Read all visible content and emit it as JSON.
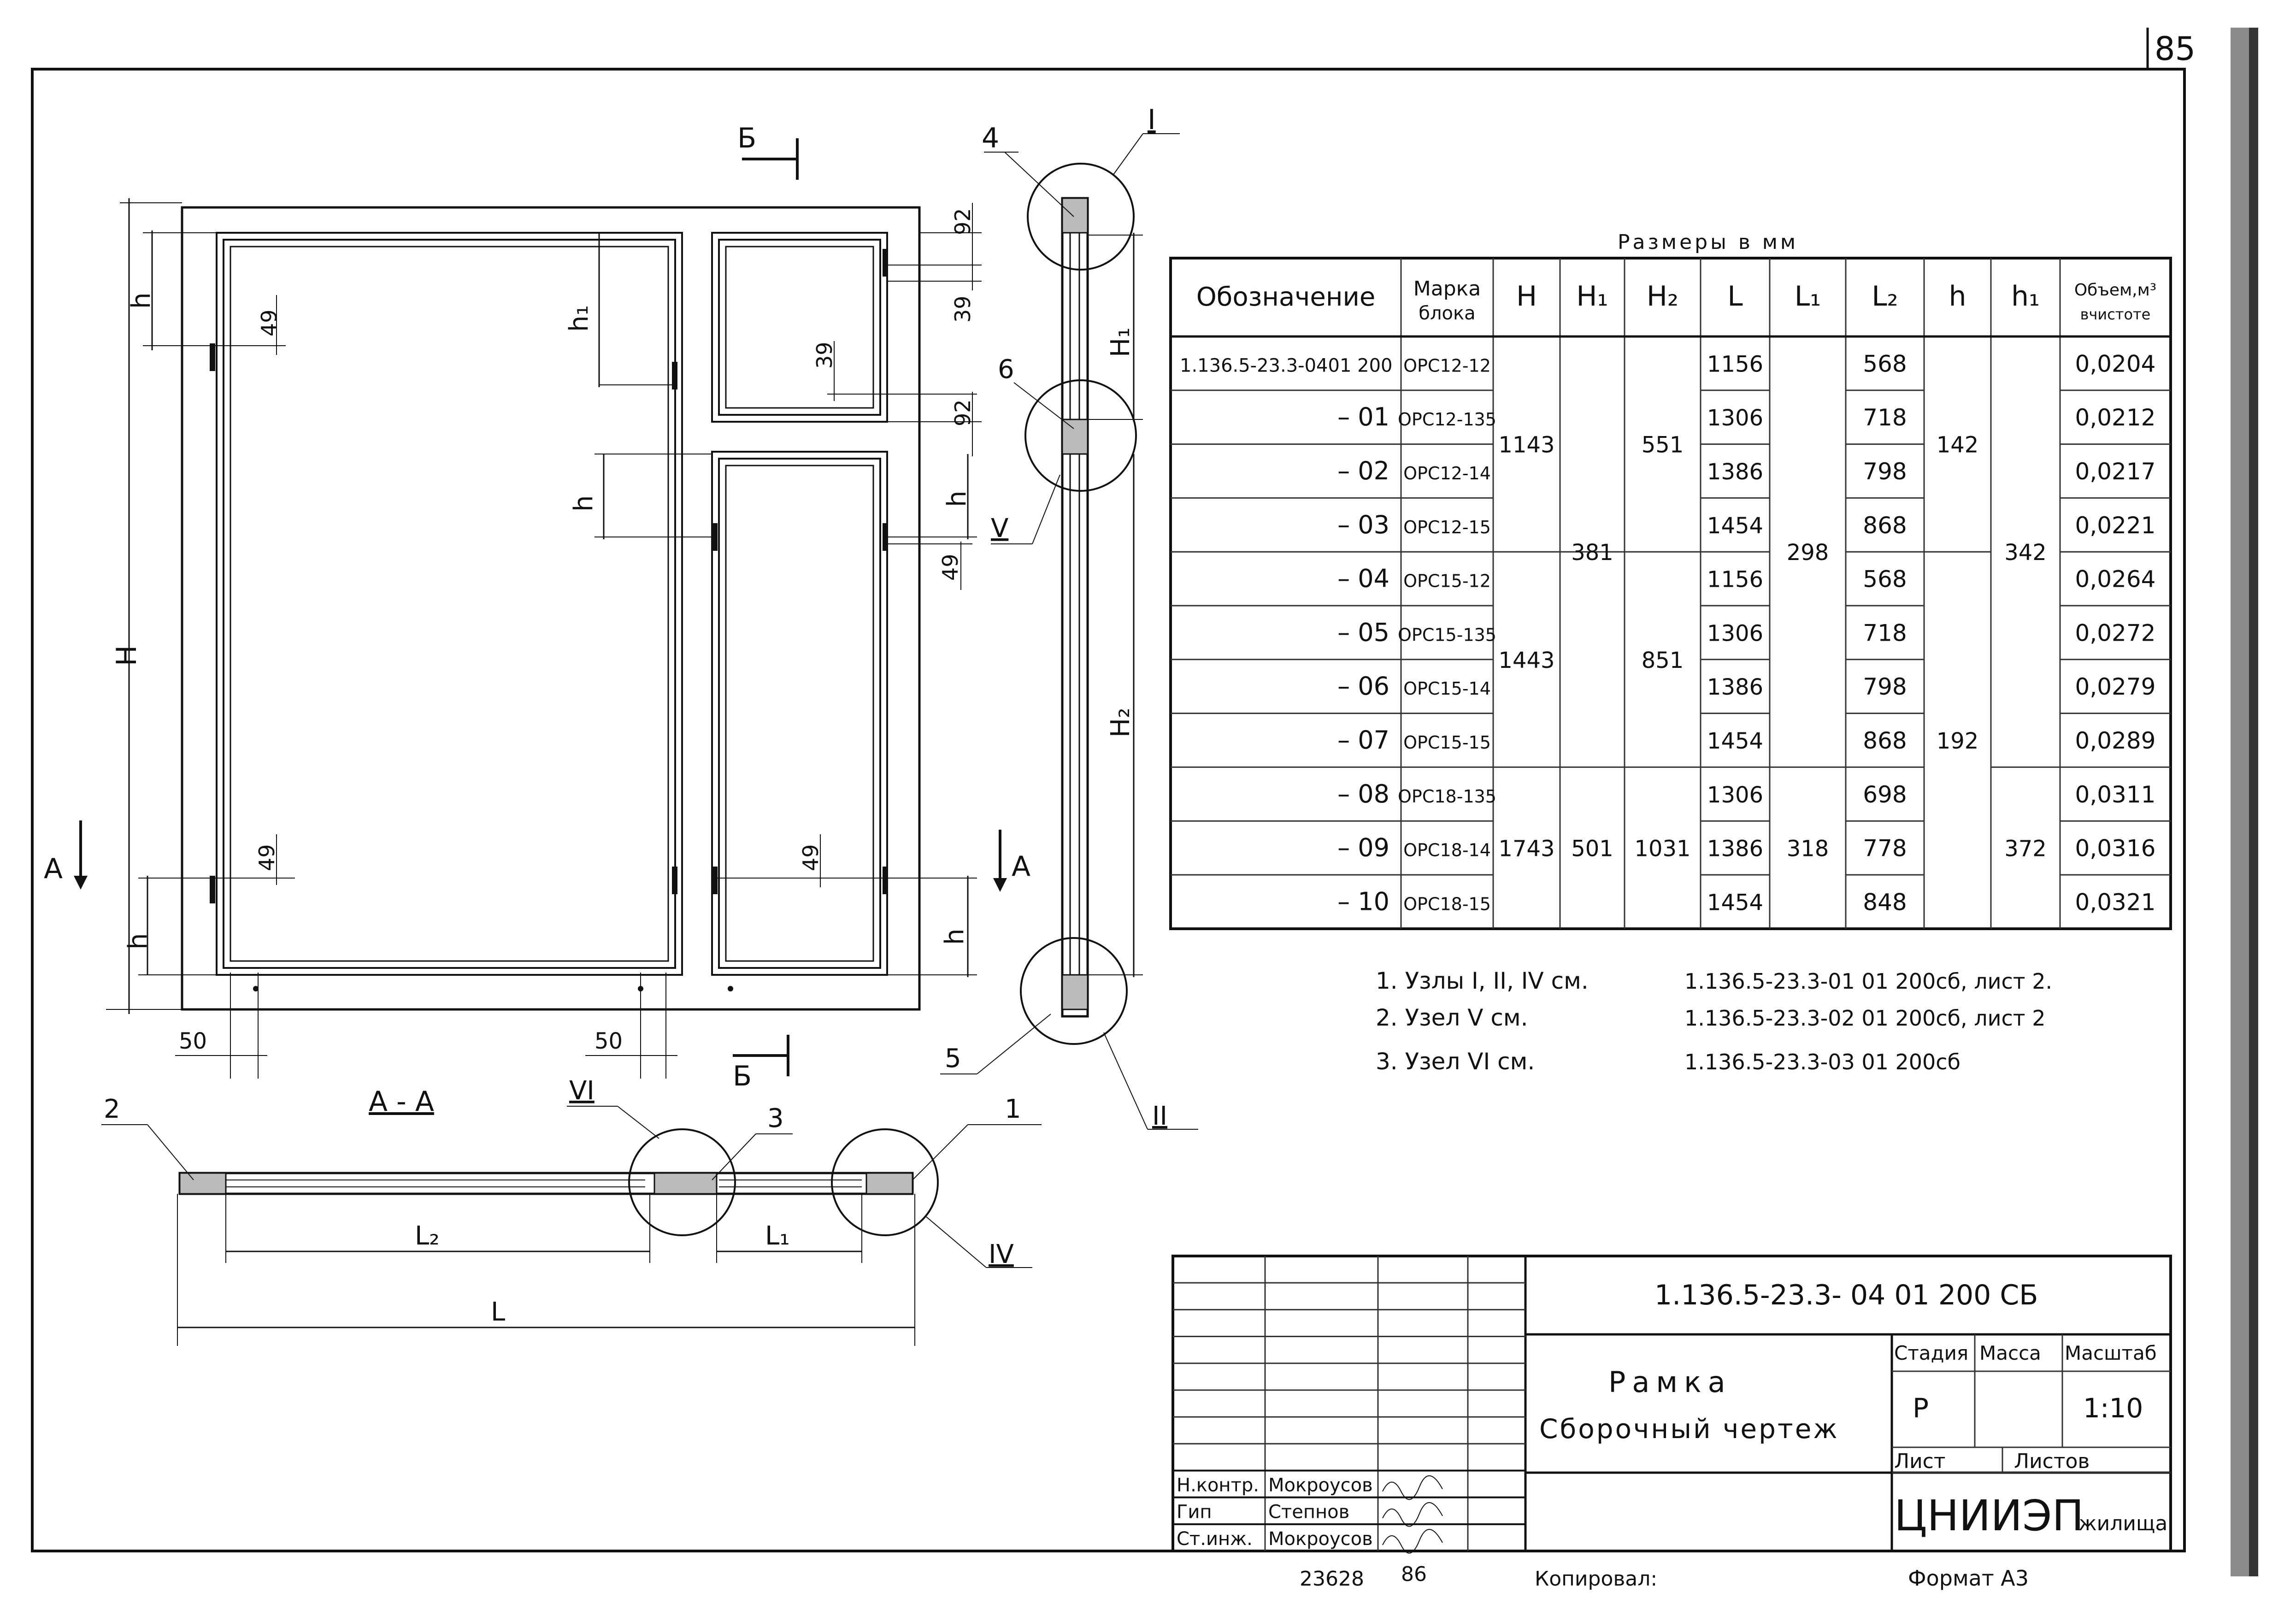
{
  "page_number": "85",
  "sheet_bottom": {
    "n1": "23628",
    "n2": "86",
    "copied": "Копировал:",
    "format": "Формат А3"
  },
  "front_view": {
    "labels": {
      "H": "H",
      "h": "h",
      "h1": "h₁"
    },
    "dims": {
      "d49": "49",
      "d92": "92",
      "d39": "39",
      "d50": "50"
    },
    "sections": {
      "A": "A",
      "B": "Б"
    }
  },
  "side_view": {
    "labels": {
      "H1": "H₁",
      "H2": "H₂"
    },
    "nodes": {
      "I": "I",
      "II": "II",
      "V": "V"
    },
    "callouts": {
      "c4": "4",
      "c6": "6",
      "c5": "5"
    }
  },
  "section_aa": {
    "title": "А - А",
    "callouts": {
      "c1": "1",
      "c2": "2",
      "c3": "3"
    },
    "nodes": {
      "IV": "IV",
      "VI": "VI"
    },
    "dims": {
      "L": "L",
      "L1": "L₁",
      "L2": "L₂"
    }
  },
  "table": {
    "caption": "Размеры в мм",
    "headers": [
      "Обозначение",
      "Марка блока",
      "H",
      "H₁",
      "H₂",
      "L",
      "L₁",
      "L₂",
      "h",
      "h₁",
      "Объем,м³ вчистоте"
    ],
    "rows": [
      {
        "des": "1.136.5-23.3-0401 200",
        "mark": "ОРС12-12",
        "L": "1156",
        "L2": "568",
        "vol": "0,0204"
      },
      {
        "des": "– 01",
        "mark": "ОРС12-135",
        "L": "1306",
        "L2": "718",
        "vol": "0,0212"
      },
      {
        "des": "– 02",
        "mark": "ОРС12-14",
        "L": "1386",
        "L2": "798",
        "vol": "0,0217"
      },
      {
        "des": "– 03",
        "mark": "ОРС12-15",
        "L": "1454",
        "L2": "868",
        "vol": "0,0221"
      },
      {
        "des": "– 04",
        "mark": "ОРС15-12",
        "L": "1156",
        "L2": "568",
        "vol": "0,0264"
      },
      {
        "des": "– 05",
        "mark": "ОРС15-135",
        "L": "1306",
        "L2": "718",
        "vol": "0,0272"
      },
      {
        "des": "– 06",
        "mark": "ОРС15-14",
        "L": "1386",
        "L2": "798",
        "vol": "0,0279"
      },
      {
        "des": "– 07",
        "mark": "ОРС15-15",
        "L": "1454",
        "L2": "868",
        "vol": "0,0289"
      },
      {
        "des": "– 08",
        "mark": "ОРС18-135",
        "L": "1306",
        "L2": "698",
        "vol": "0,0311"
      },
      {
        "des": "– 09",
        "mark": "ОРС18-14",
        "L": "1386",
        "L2": "778",
        "vol": "0,0316"
      },
      {
        "des": "– 10",
        "mark": "ОРС18-15",
        "L": "1454",
        "L2": "848",
        "vol": "0,0321"
      }
    ],
    "merged": {
      "H_a": "1143",
      "H_b": "1443",
      "H_c": "1743",
      "H1_a": "381",
      "H1_c": "501",
      "H2_a": "551",
      "H2_b": "851",
      "H2_c": "1031",
      "L1_a": "298",
      "L1_c": "318",
      "h_a": "142",
      "h_b": "192",
      "h1_a": "342",
      "h1_c": "372"
    }
  },
  "notes": [
    {
      "text": "1. Узлы I, II, IV см.",
      "ref": "1.136.5-23.3-01 01 200сб, лист 2."
    },
    {
      "text": "2. Узел V см.",
      "ref": "1.136.5-23.3-02 01 200сб, лист 2"
    },
    {
      "text": "3. Узел VI см.",
      "ref": "1.136.5-23.3-03 01 200сб"
    }
  ],
  "title_block": {
    "code": "1.136.5-23.3- 04 01 200 СБ",
    "title_line1": "Рамка",
    "title_line2": "Сборочный чертеж",
    "stage_label": "Стадия",
    "mass_label": "Масса",
    "scale_label": "Масштаб",
    "stage": "Р",
    "mass": "",
    "scale": "1:10",
    "sheet_label": "Лист",
    "sheets_label": "Листов",
    "org": "ЦНИИЭП",
    "org_suffix": "жилища",
    "signers": [
      {
        "role": "Н.контр.",
        "name": "Мокроусов"
      },
      {
        "role": "Гип",
        "name": "Степнов"
      },
      {
        "role": "Ст.инж.",
        "name": "Мокроусов"
      }
    ]
  }
}
